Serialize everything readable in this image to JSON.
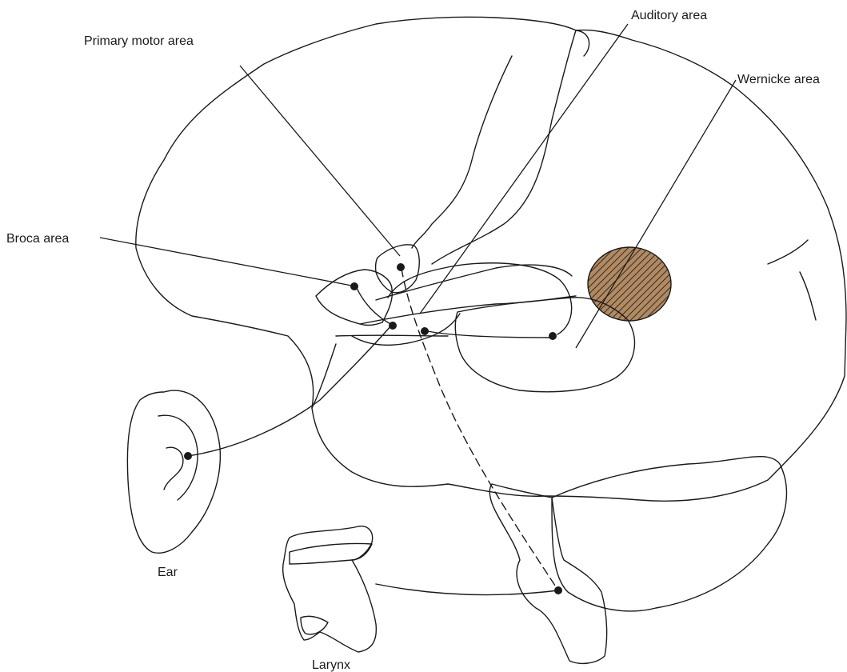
{
  "labels": {
    "primary_motor": "Primary motor area",
    "auditory": "Auditory area",
    "wernicke": "Wernicke area",
    "broca": "Broca area",
    "ear": "Ear",
    "larynx": "Larynx"
  },
  "colors": {
    "brain": "#cfa173",
    "broca": "#ec6f9e",
    "motor": "#ec76a3",
    "wernicke": "#80caae",
    "angular": "#7a5a44",
    "ear": "#fbd3b6",
    "larynx_cartilage": "#f3f1dd",
    "larynx_band": "#5fae8d"
  }
}
